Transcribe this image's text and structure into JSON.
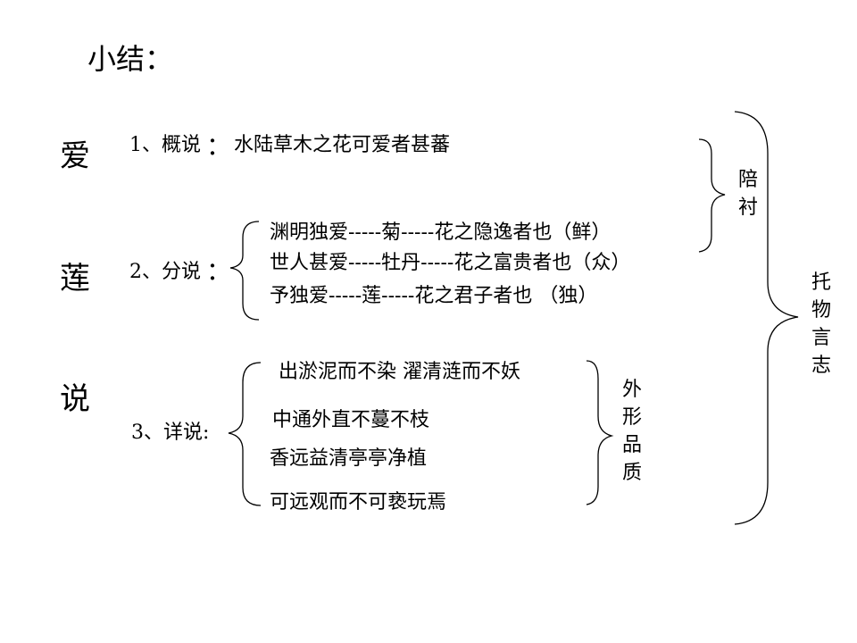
{
  "slide": {
    "title": "小结：",
    "side_title": [
      "爱",
      "莲",
      "说"
    ],
    "section1": {
      "label": "1、概说",
      "colon": "：",
      "text": "水陆草木之花可爱者甚蕃"
    },
    "section2": {
      "label": "2、分说",
      "colon": "：",
      "lines": [
        "渊明独爱-----菊-----花之隐逸者也（鲜）",
        "世人甚爱-----牡丹-----花之富贵者也（众）",
        "予独爱-----莲-----花之君子者也 （独）"
      ]
    },
    "section3": {
      "label": "3、详说:",
      "lines": [
        "出淤泥而不染  濯清涟而不妖",
        "中通外直不蔓不枝",
        "香远益清亭亭净植",
        "可远观而不可亵玩焉"
      ]
    },
    "annotations": {
      "peichen": "陪衬",
      "waixing": "外形品质",
      "tuowu": "托物言志"
    }
  }
}
